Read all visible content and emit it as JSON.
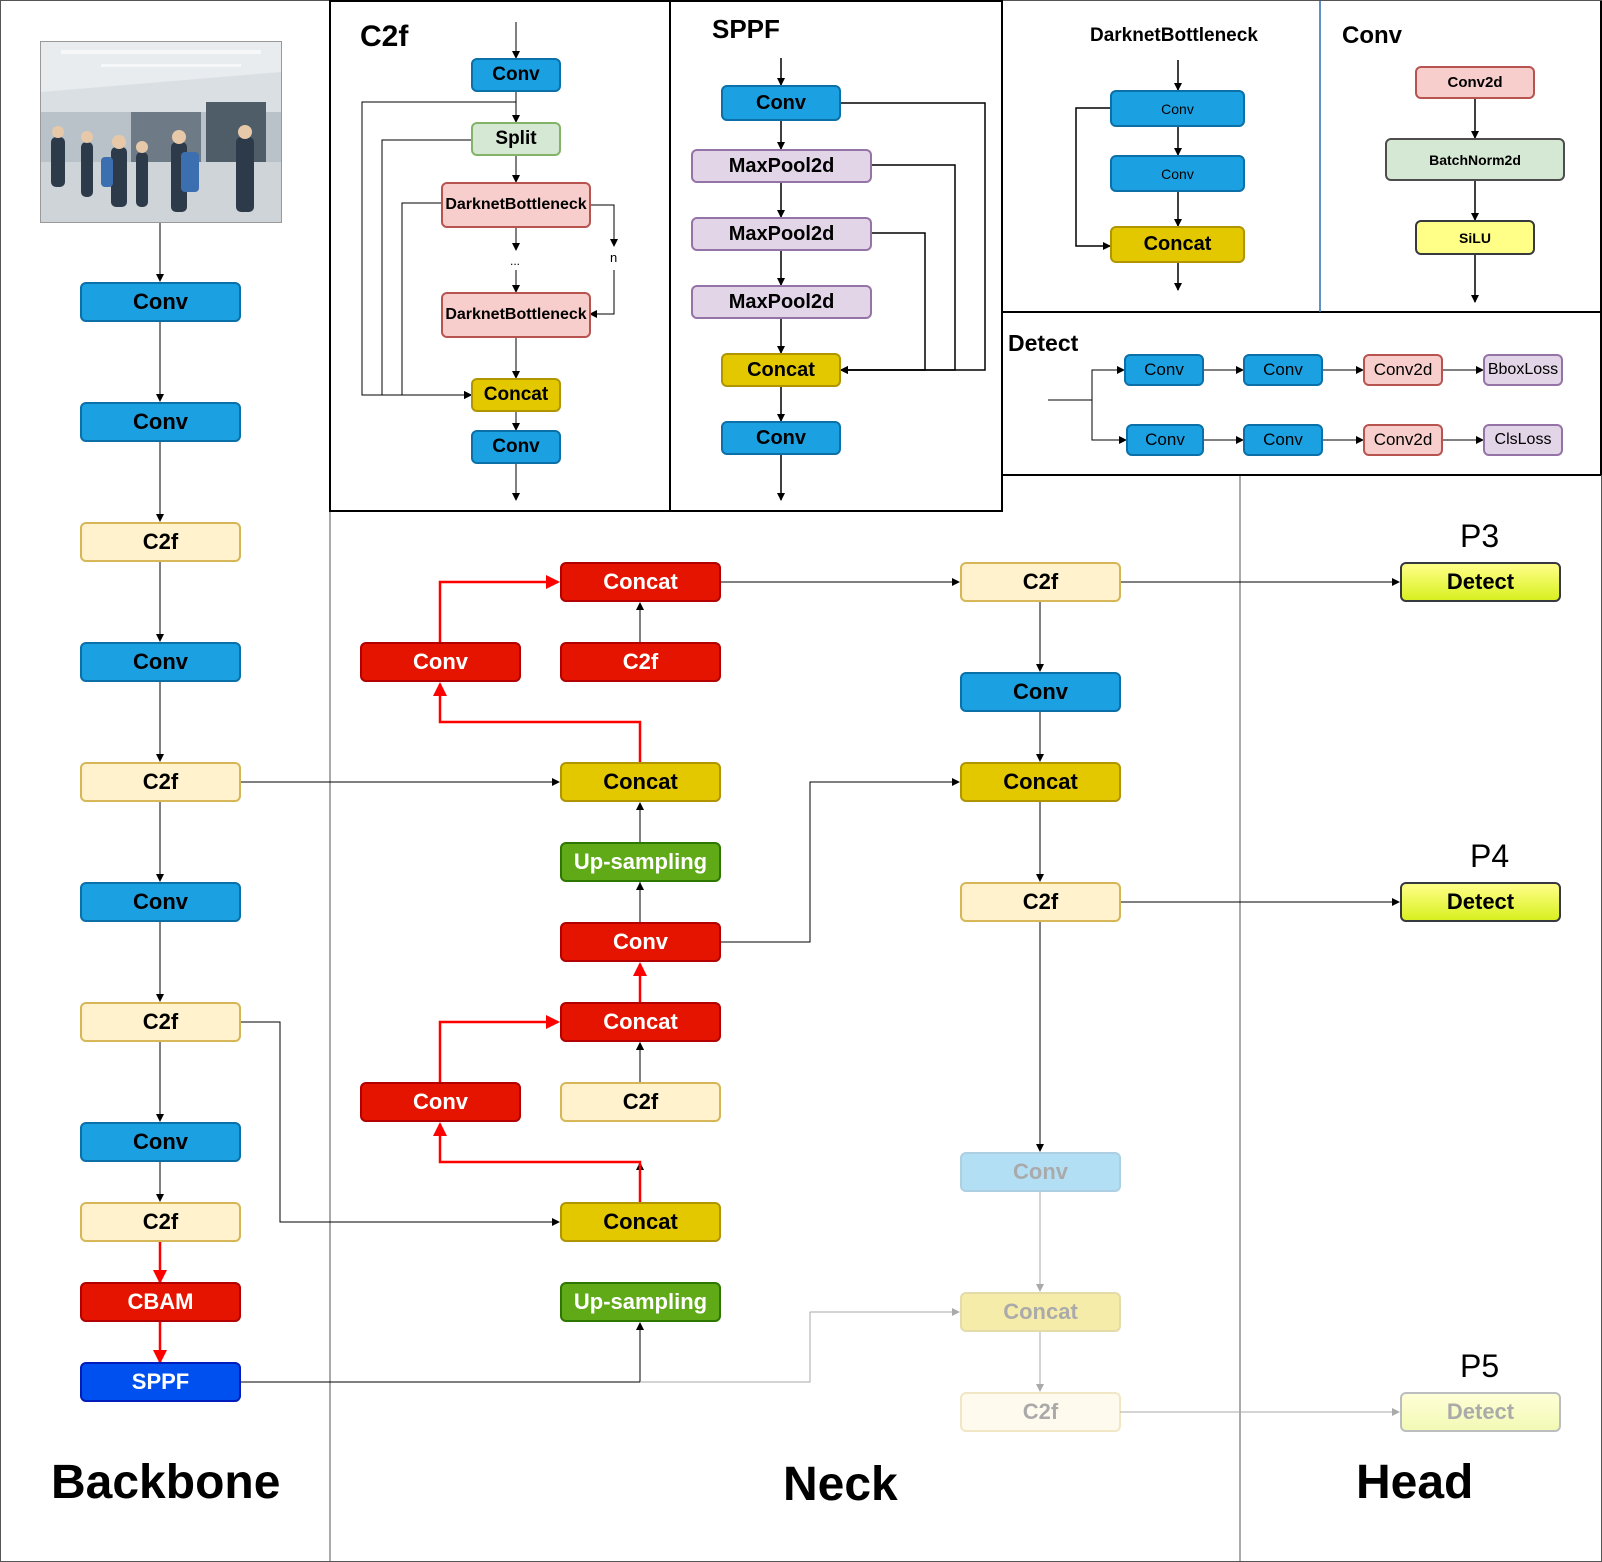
{
  "sections": {
    "backbone": "Backbone",
    "neck": "Neck",
    "head": "Head"
  },
  "backbone": {
    "image_icon": "photo-icon",
    "conv1": "Conv",
    "conv2": "Conv",
    "c2f1": "C2f",
    "conv3": "Conv",
    "c2f2": "C2f",
    "conv4": "Conv",
    "c2f3": "C2f",
    "conv5": "Conv",
    "c2f4": "C2f",
    "cbam": "CBAM",
    "sppf": "SPPF"
  },
  "neck": {
    "concat_top": "Concat",
    "conv_top_left": "Conv",
    "c2f_top_red": "C2f",
    "concat_mid": "Concat",
    "upsampling1": "Up-sampling",
    "conv_mid_red": "Conv",
    "concat_red_low": "Concat",
    "conv_low_left": "Conv",
    "c2f_low": "C2f",
    "concat_low": "Concat",
    "upsampling2": "Up-sampling",
    "c2f_right1": "C2f",
    "conv_right1": "Conv",
    "concat_right1": "Concat",
    "c2f_right2": "C2f",
    "conv_right2": "Conv",
    "concat_right2": "Concat",
    "c2f_right3": "C2f"
  },
  "head": {
    "p3": "P3",
    "p4": "P4",
    "p5": "P5",
    "detect1": "Detect",
    "detect2": "Detect",
    "detect3": "Detect"
  },
  "c2f_module": {
    "title": "C2f",
    "conv_in": "Conv",
    "split": "Split",
    "bottleneck1": "DarknetBottleneck",
    "dots": "...",
    "n": "n",
    "bottleneck2": "DarknetBottleneck",
    "concat": "Concat",
    "conv_out": "Conv"
  },
  "sppf_module": {
    "title": "SPPF",
    "conv_in": "Conv",
    "pool1": "MaxPool2d",
    "pool2": "MaxPool2d",
    "pool3": "MaxPool2d",
    "concat": "Concat",
    "conv_out": "Conv"
  },
  "darknet_module": {
    "title": "DarknetBottleneck",
    "conv1": "Conv",
    "conv2": "Conv",
    "concat": "Concat"
  },
  "conv_module": {
    "title": "Conv",
    "conv2d": "Conv2d",
    "bn": "BatchNorm2d",
    "silu": "SiLU"
  },
  "detect_module": {
    "title": "Detect",
    "top": [
      "Conv",
      "Conv",
      "Conv2d",
      "BboxLoss"
    ],
    "bottom": [
      "Conv",
      "Conv",
      "Conv2d",
      "ClsLoss"
    ]
  },
  "colors": {
    "conv": "#1ba1e2",
    "c2f": "#fff2cc",
    "concat": "#e3c800",
    "highlight": "#e51400",
    "upsampling": "#60a917",
    "sppf": "#0050ef",
    "detect": "#ffff88"
  }
}
